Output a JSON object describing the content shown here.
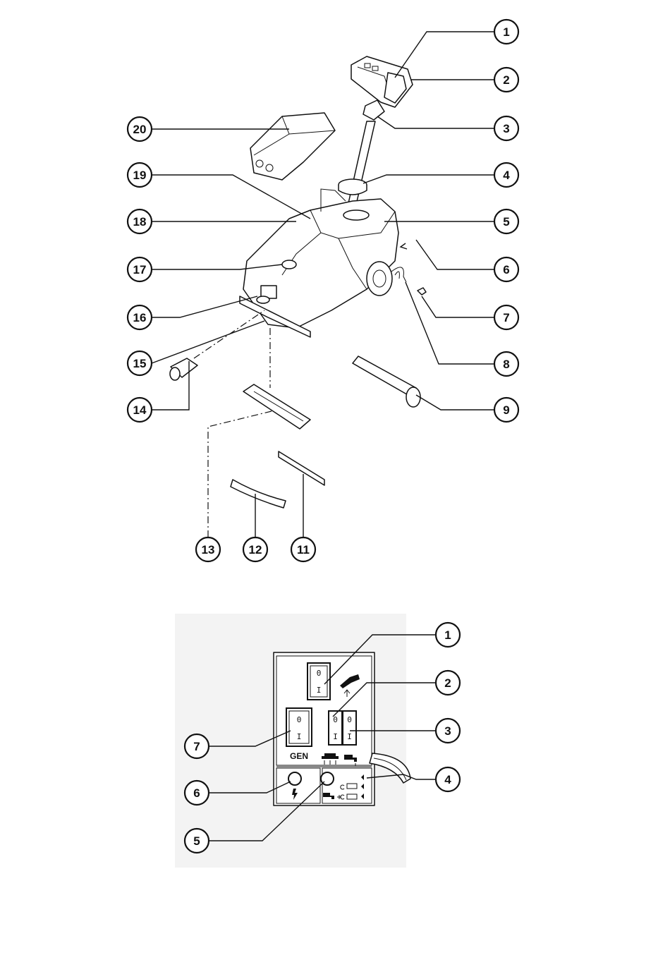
{
  "diagram_top": {
    "callouts": [
      {
        "n": "1"
      },
      {
        "n": "2"
      },
      {
        "n": "3"
      },
      {
        "n": "4"
      },
      {
        "n": "5"
      },
      {
        "n": "6"
      },
      {
        "n": "7"
      },
      {
        "n": "8"
      },
      {
        "n": "9"
      },
      {
        "n": "11"
      },
      {
        "n": "12"
      },
      {
        "n": "13"
      },
      {
        "n": "14"
      },
      {
        "n": "15"
      },
      {
        "n": "16"
      },
      {
        "n": "17"
      },
      {
        "n": "18"
      },
      {
        "n": "19"
      },
      {
        "n": "20"
      }
    ]
  },
  "diagram_panel": {
    "callouts": [
      {
        "n": "1"
      },
      {
        "n": "2"
      },
      {
        "n": "3"
      },
      {
        "n": "4"
      },
      {
        "n": "5"
      },
      {
        "n": "6"
      },
      {
        "n": "7"
      }
    ],
    "switch_off_symbol": "0",
    "switch_on_symbol": "I",
    "gen_label": "GEN"
  }
}
